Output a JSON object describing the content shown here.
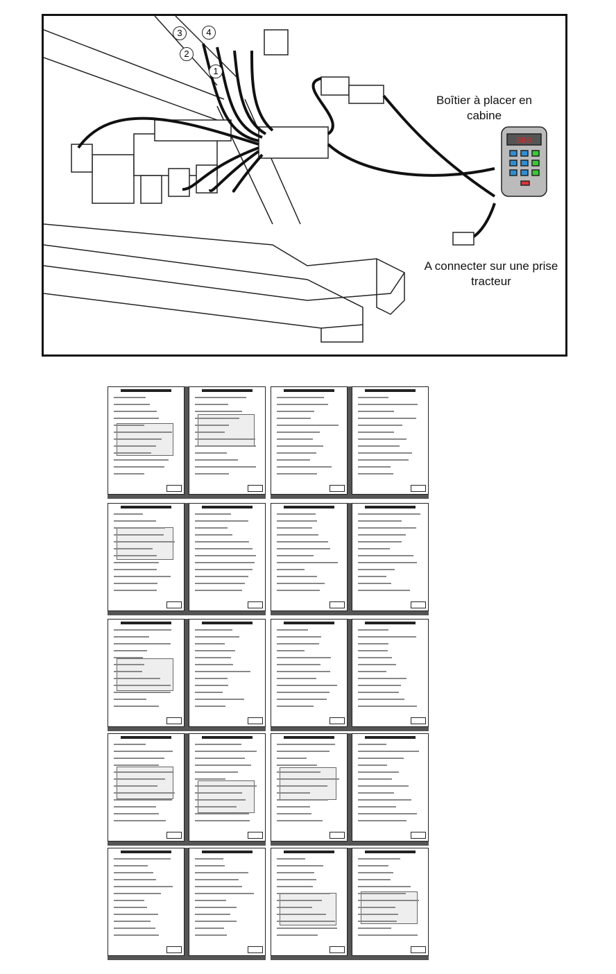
{
  "diagram": {
    "cabin_box_label": "Boîtier à placer en cabine",
    "tractor_plug_label": "A connecter sur une prise tracteur",
    "valve_numbers": [
      "1",
      "2",
      "3",
      "4"
    ],
    "cabin_display": "888"
  },
  "manual_pages": {
    "rows": 5,
    "pages_per_row": 4
  }
}
